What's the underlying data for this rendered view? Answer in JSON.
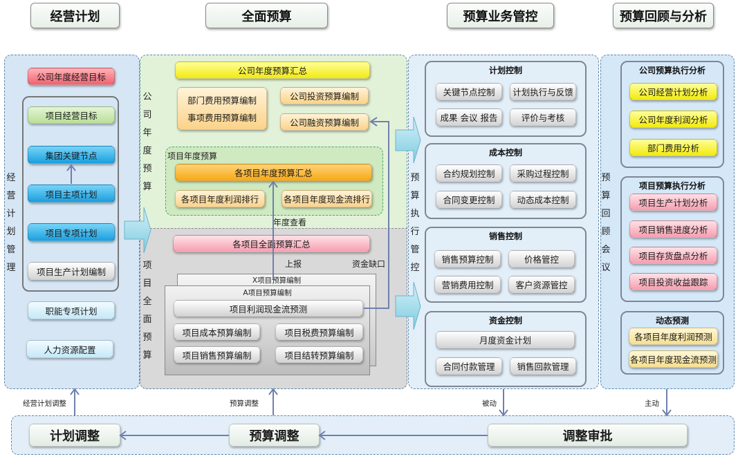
{
  "headers": {
    "planning": "经营计划",
    "budget": "全面预算",
    "control": "预算业务管控",
    "review": "预算回顾与分析"
  },
  "planning": {
    "vertical_label": "经营计划管理",
    "company_goal": "公司年度经营目标",
    "project_goal": "项目经营目标",
    "group_nodes": "集团关键节点",
    "main_plan": "项目主项计划",
    "special_plan": "项目专项计划",
    "production_plan": "项目生产计划编制",
    "function_plan": "职能专项计划",
    "hr_config": "人力资源配置"
  },
  "budget": {
    "company_vertical_label": "公司年度预算",
    "company_summary": "公司年度预算汇总",
    "dept_expense": "部门费用预算编制",
    "item_expense": "事项费用预算编制",
    "investment": "公司投资预算编制",
    "financing": "公司融资预算编制",
    "project_annual": {
      "title": "项目年度预算",
      "summary": "各项目年度预算汇总",
      "profit_rank": "各项目年度利润排行",
      "cashflow_rank": "各项目年度现金流排行"
    },
    "annual_view": "年度查看",
    "project_vertical_label": "项目全面预算",
    "project_full_summary": "各项目全面预算汇总",
    "report": "上报",
    "funding_gap": "资金缺口",
    "x_project": "X项目预算编制",
    "a_project": {
      "title": "A项目预算编制",
      "forecast": "项目利润现金流预测",
      "cost": "项目成本预算编制",
      "tax": "项目税费预算编制",
      "sales": "项目销售预算编制",
      "carryover": "项目结转预算编制"
    }
  },
  "control": {
    "vertical_label": "预算执行管控",
    "groups": [
      {
        "title": "计划控制",
        "items": [
          "关键节点控制",
          "计划执行与反馈",
          "成果 会议 报告",
          "评价与考核"
        ]
      },
      {
        "title": "成本控制",
        "items": [
          "合约规划控制",
          "采购过程控制",
          "合同变更控制",
          "动态成本控制"
        ]
      },
      {
        "title": "销售控制",
        "items": [
          "销售预算控制",
          "价格管控",
          "营销费用控制",
          "客户资源管控"
        ]
      },
      {
        "title": "资金控制",
        "items": [
          "月度资金计划",
          "合同付款管理",
          "销售回款管理"
        ]
      }
    ]
  },
  "review": {
    "vertical_label": "预算回顾会议",
    "company_analysis": {
      "title": "公司预算执行分析",
      "items": [
        "公司经营计划分析",
        "公司年度利润分析",
        "部门费用分析"
      ]
    },
    "project_analysis": {
      "title": "项目预算执行分析",
      "items": [
        "项目生产计划分析",
        "项目销售进度分析",
        "项目存货盘点分析",
        "项目投资收益跟踪"
      ]
    },
    "dynamic_forecast": {
      "title": "动态预测",
      "items": [
        "各项目年度利润预测",
        "各项目年度现金流预测"
      ]
    }
  },
  "adjustment": {
    "plan_adjust_label": "经营计划调整",
    "budget_adjust_label": "预算调整",
    "passive_label": "被动",
    "active_label": "主动",
    "plan_adjust": "计划调整",
    "budget_adjust": "预算调整",
    "approval": "调整审批"
  }
}
